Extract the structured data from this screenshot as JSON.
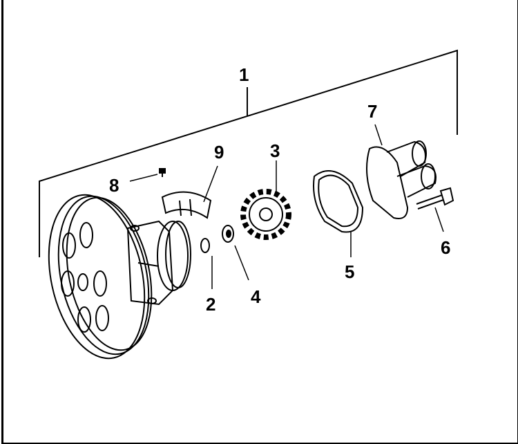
{
  "diagram": {
    "callouts": [
      {
        "id": "1",
        "part": "water-pump-assembly"
      },
      {
        "id": "2",
        "part": "o-ring"
      },
      {
        "id": "3",
        "part": "impeller"
      },
      {
        "id": "4",
        "part": "washer"
      },
      {
        "id": "5",
        "part": "gasket"
      },
      {
        "id": "6",
        "part": "bolt"
      },
      {
        "id": "7",
        "part": "pump-cover"
      },
      {
        "id": "8",
        "part": "screw"
      },
      {
        "id": "9",
        "part": "cam-insert"
      }
    ]
  }
}
